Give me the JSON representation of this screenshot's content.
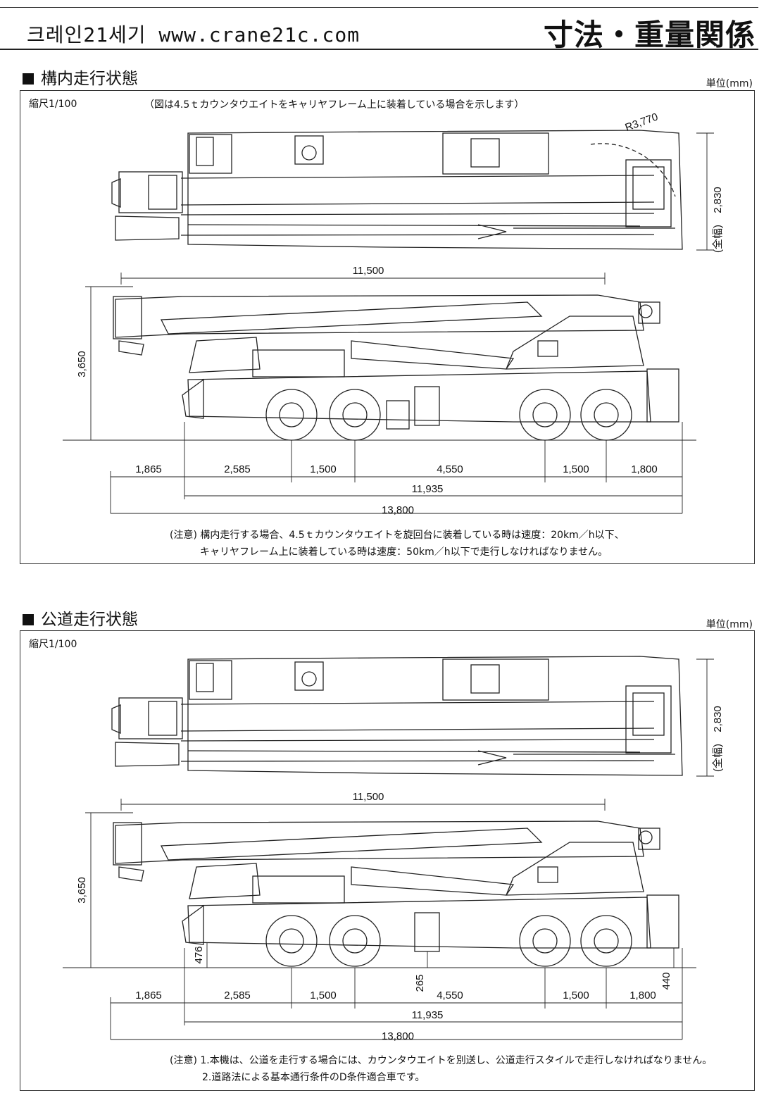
{
  "header": {
    "site": "크레인21세기 www.crane21c.com",
    "title": "寸法・重量関係"
  },
  "sections": [
    {
      "title": "構内走行状態",
      "unit": "単位(mm)",
      "scale": "縮尺1/100",
      "caption": "（図は4.5ｔカウンタウエイトをキャリヤフレーム上に装着している場合を示します）",
      "dims": {
        "radius": "R3,770",
        "width": "2,830",
        "width_label": "(全幅)",
        "boom_length": "11,500",
        "height": "3,650",
        "seg1": "1,865",
        "seg2": "2,585",
        "seg3": "1,500",
        "seg4": "4,550",
        "seg5": "1,500",
        "seg6": "1,800",
        "wheelbase_total": "11,935",
        "overall_length": "13,800"
      },
      "notes": [
        "(注意) 構内走行する場合、4.5ｔカウンタウエイトを旋回台に装着している時は速度：20km／h以下、",
        "キャリヤフレーム上に装着している時は速度：50km／h以下で走行しなければなりません。"
      ]
    },
    {
      "title": "公道走行状態",
      "unit": "単位(mm)",
      "scale": "縮尺1/100",
      "dims": {
        "width": "2,830",
        "width_label": "(全幅)",
        "boom_length": "11,500",
        "height": "3,650",
        "ground_front": "476",
        "ground_mid": "265",
        "ground_rear": "440",
        "seg1": "1,865",
        "seg2": "2,585",
        "seg3": "1,500",
        "seg4": "4,550",
        "seg5": "1,500",
        "seg6": "1,800",
        "wheelbase_total": "11,935",
        "overall_length": "13,800"
      },
      "notes": [
        "(注意) 1.本機は、公道を走行する場合には、カウンタウエイトを別送し、公道走行スタイルで走行しなければなりません。",
        "2.道路法による基本通行条件のD条件適合車です。"
      ]
    }
  ]
}
